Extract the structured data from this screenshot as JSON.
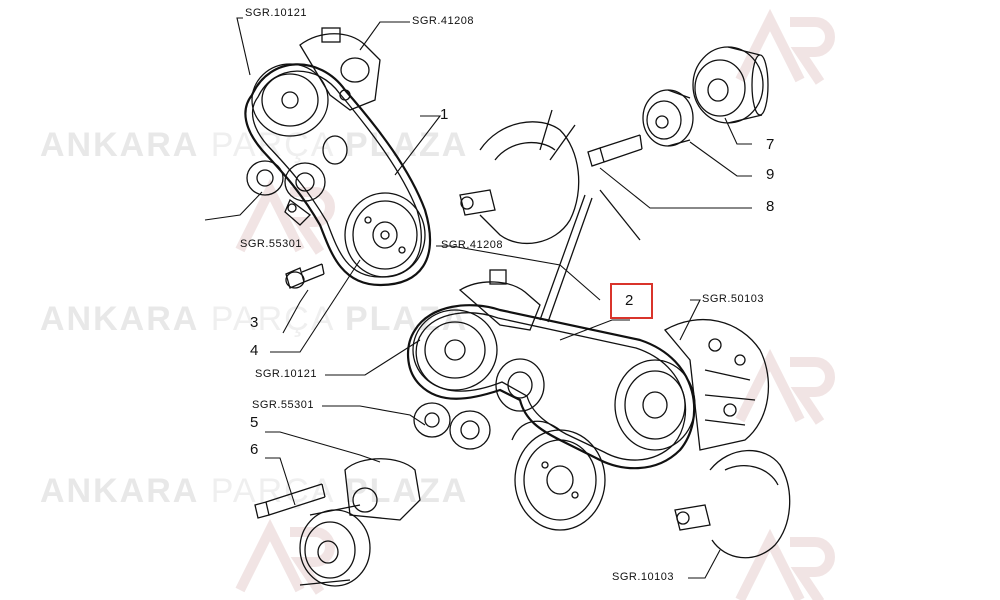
{
  "watermark": {
    "word1": "ANKARA",
    "word2": "PARÇA",
    "word3": "PLAZA"
  },
  "labels": {
    "sgr_10121_top": "SGR.10121",
    "sgr_41208_top": "SGR.41208",
    "sgr_55301_top": "SGR.55301",
    "sgr_41208_mid": "SGR.41208",
    "sgr_50103": "SGR.50103",
    "sgr_10121_mid": "SGR.10121",
    "sgr_55301_mid": "SGR.55301",
    "sgr_10103": "SGR.10103"
  },
  "callouts": {
    "n1": "1",
    "n2": "2",
    "n3": "3",
    "n4": "4",
    "n5": "5",
    "n6": "6",
    "n7": "7",
    "n8": "8",
    "n9": "9"
  },
  "colors": {
    "highlight": "#d9342b",
    "ink": "#111111",
    "watermark": "#e6e6e6"
  }
}
